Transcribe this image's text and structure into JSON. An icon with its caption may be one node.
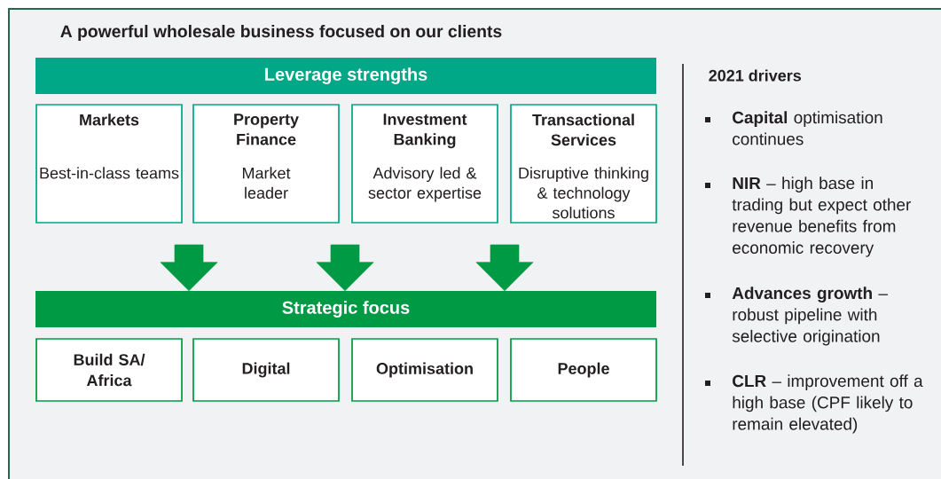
{
  "diagram": {
    "title": "A powerful wholesale business focused on our clients",
    "nodes": [
      {
        "text": [
          "Leverage strengths"
        ]
      },
      {
        "text": [
          "Markets",
          "Best-in-class teams"
        ]
      },
      {
        "text": [
          "Property Finance",
          "Market leader"
        ]
      },
      {
        "text": [
          "Investment Banking",
          "Advisory led & sector expertise"
        ]
      },
      {
        "text": [
          "Transactional Services",
          "Disruptive thinking & technology solutions"
        ]
      },
      {
        "text": [
          "Strategic focus"
        ]
      },
      {
        "text": [
          "Build SA/ Africa"
        ]
      },
      {
        "text": [
          "Digital"
        ]
      },
      {
        "text": [
          "Optimisation"
        ]
      },
      {
        "text": [
          "People"
        ]
      }
    ],
    "edges": [
      {
        "from": null,
        "to": 5,
        "arrow": "to",
        "style": "thick"
      },
      {
        "from": null,
        "to": 5,
        "arrow": "to",
        "style": "thick"
      },
      {
        "from": null,
        "to": 5,
        "arrow": "to",
        "style": "thick"
      }
    ],
    "labels": [
      "2021 drivers",
      "**Capital** optimisation continues",
      "**NIR** – high base in trading but expect other revenue benefits from economic recovery",
      "**Advances growth** – robust pipeline with selective origination",
      "**CLR** – improvement off a high base (CPF likely to remain elevated)"
    ]
  }
}
